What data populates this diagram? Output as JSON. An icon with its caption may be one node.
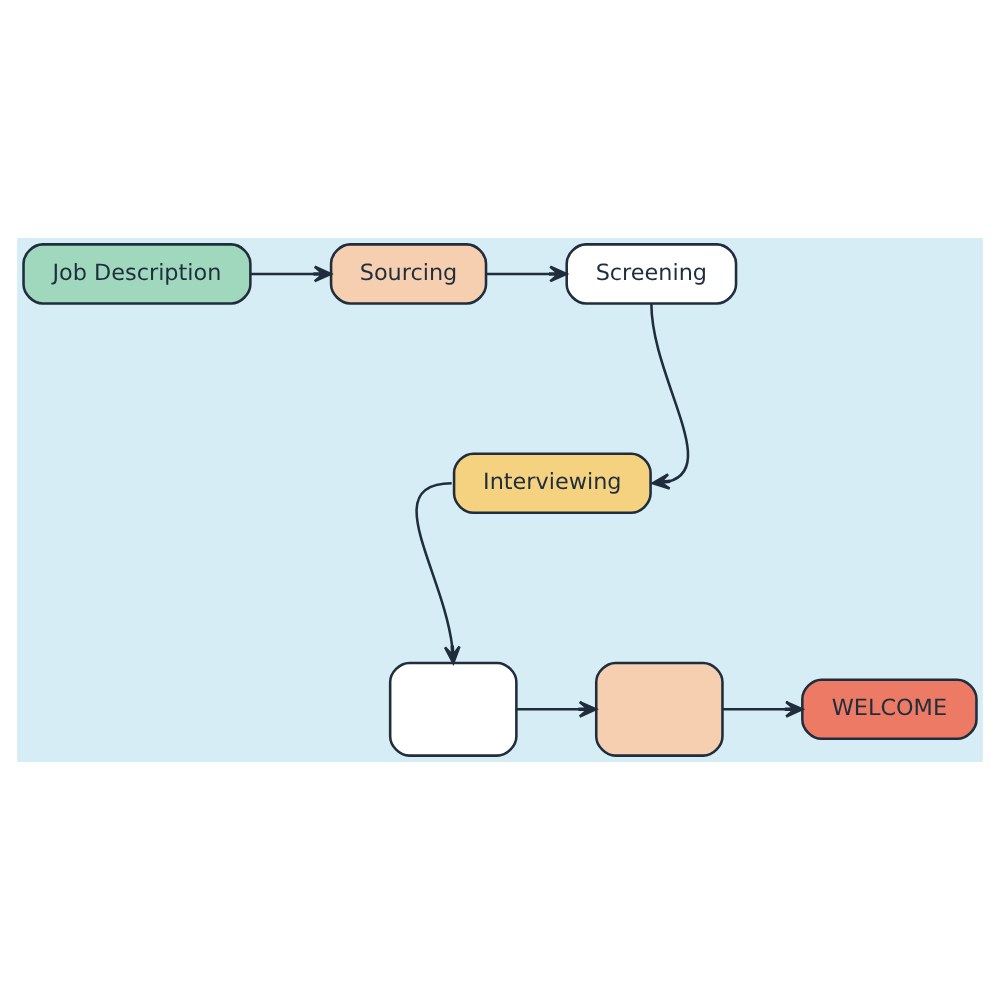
{
  "diagram": {
    "nodes": [
      {
        "text": [
          "Job Description"
        ]
      },
      {
        "text": [
          "Sourcing"
        ]
      },
      {
        "text": [
          "Screening"
        ]
      },
      {
        "text": [
          "Interviewing"
        ]
      },
      {
        "text": [],
        "shape": "box"
      },
      {
        "text": [],
        "shape": "box"
      },
      {
        "text": [
          "WELCOME"
        ]
      }
    ],
    "edges": [
      {
        "from": 0,
        "to": 1,
        "arrow": "to"
      },
      {
        "from": 1,
        "to": 2,
        "arrow": "to"
      },
      {
        "from": 2,
        "to": 3,
        "arrow": "to"
      },
      {
        "from": 3,
        "to": 4,
        "arrow": "to"
      },
      {
        "from": 4,
        "to": 5,
        "arrow": "to"
      },
      {
        "from": 5,
        "to": 6,
        "arrow": "to"
      }
    ]
  }
}
